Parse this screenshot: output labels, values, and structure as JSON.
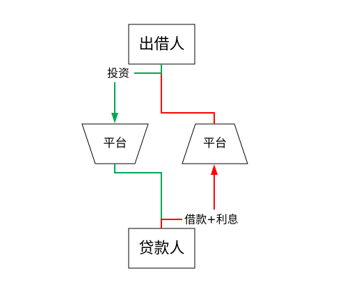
{
  "nodes": {
    "lender": "出借人",
    "borrower": "贷款人",
    "platform_left": "平台",
    "platform_right": "平台"
  },
  "edges": {
    "invest_label": "投资",
    "loan_interest_label": "借款+利息"
  },
  "colors": {
    "invest": "#00a651",
    "repay": "#ff0000",
    "outline": "#000000"
  }
}
